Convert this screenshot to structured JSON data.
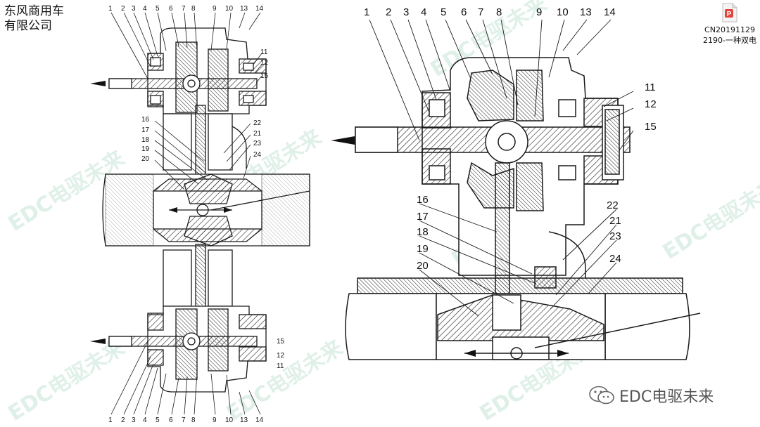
{
  "header": {
    "company_line1": "东风商用车",
    "company_line2": "有限公司"
  },
  "patent_badge": {
    "icon": "pdf-document-icon",
    "line1": "CN20191129",
    "line2": "2190-一种双电"
  },
  "watermark": {
    "text": "EDC电驱未来"
  },
  "brand": {
    "icon": "wechat-icon",
    "text": "EDC电驱未来"
  },
  "diagram": {
    "left_top_numbers": [
      "1",
      "2",
      "3",
      "4",
      "5",
      "6",
      "7",
      "8",
      "9",
      "10",
      "13",
      "14"
    ],
    "left_bottom_numbers": [
      "1",
      "2",
      "3",
      "4",
      "5",
      "6",
      "7",
      "8",
      "9",
      "10",
      "13",
      "14"
    ],
    "left_top_right_numbers": [
      "11",
      "12",
      "15"
    ],
    "left_bottom_right_numbers": [
      "15",
      "12",
      "11"
    ],
    "left_mid_left_numbers": [
      "16",
      "17",
      "18",
      "19",
      "20"
    ],
    "left_mid_right_numbers": [
      "22",
      "21",
      "23",
      "24"
    ],
    "right_top_numbers": [
      "1",
      "2",
      "3",
      "4",
      "5",
      "6",
      "7",
      "8",
      "9",
      "10",
      "13",
      "14"
    ],
    "right_side_numbers": [
      "11",
      "12",
      "15"
    ],
    "right_mid_left_numbers": [
      "16",
      "17",
      "18",
      "19",
      "20"
    ],
    "right_mid_right_numbers": [
      "22",
      "21",
      "23",
      "24"
    ]
  },
  "colors": {
    "line": "#1a1a1a",
    "watermark": "#dff0e8",
    "brand_text": "#555555"
  }
}
